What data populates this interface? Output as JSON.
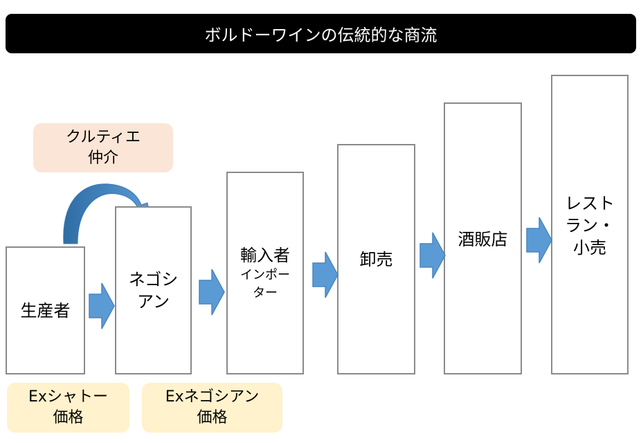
{
  "title": "ボルドーワインの伝統的な商流",
  "stages": [
    {
      "name": "producer",
      "label": "生産者"
    },
    {
      "name": "negociant",
      "label": "ネゴシ\nアン"
    },
    {
      "name": "importer",
      "label": "輸入者",
      "sub": "インポー\nター"
    },
    {
      "name": "wholesale",
      "label": "卸売"
    },
    {
      "name": "liquor-store",
      "label": "酒販店"
    },
    {
      "name": "restaurant-retail",
      "label": "レスト\nラン・\n小売"
    }
  ],
  "broker": {
    "label": "クルティエ\n仲介",
    "color": "#fbe5d6"
  },
  "price_labels": [
    {
      "label": "Exシャトー\n価格"
    },
    {
      "label": "Exネゴシアン\n価格"
    }
  ],
  "colors": {
    "arrow": "#5b9bd5",
    "arrow_dark": "#2e6da4",
    "price_pill": "#fff2cc",
    "title_bg": "#000000"
  }
}
